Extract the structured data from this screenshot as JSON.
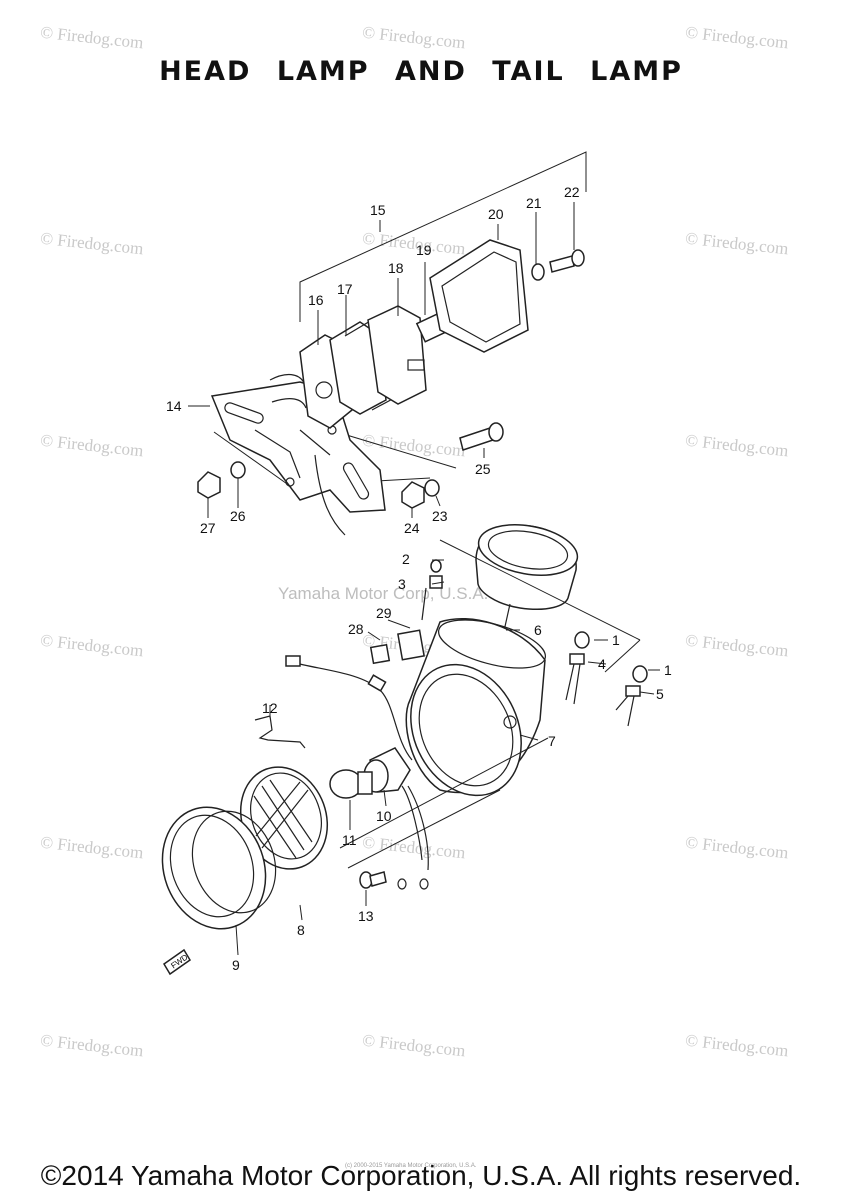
{
  "title": "HEAD LAMP AND TAIL LAMP",
  "watermark": "© Firedog.com",
  "center_watermark": "Yamaha Motor Corp, U.S.A.",
  "small_print": "(c) 2000-2015 Yamaha Motor Corporation, U.S.A.",
  "copyright": "©2014 Yamaha Motor Corporation, U.S.A. All rights reserved.",
  "callouts": {
    "c1a": "1",
    "c1b": "1",
    "c2": "2",
    "c3": "3",
    "c4": "4",
    "c5": "5",
    "c6": "6",
    "c7": "7",
    "c8": "8",
    "c9": "9",
    "c10": "10",
    "c11": "11",
    "c12": "12",
    "c13": "13",
    "c14": "14",
    "c15": "15",
    "c16": "16",
    "c17": "17",
    "c18": "18",
    "c19": "19",
    "c20": "20",
    "c21": "21",
    "c22": "22",
    "c23": "23",
    "c24": "24",
    "c25": "25",
    "c26": "26",
    "c27": "27",
    "c28": "28",
    "c29": "29"
  },
  "fwd_mark": "FWD"
}
